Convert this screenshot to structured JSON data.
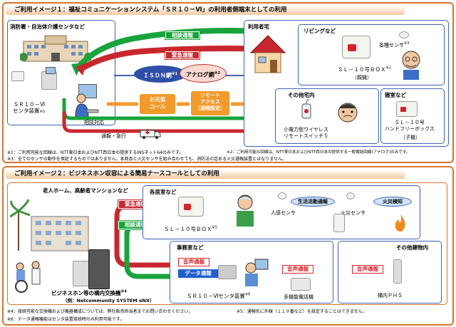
{
  "section1": {
    "title": "ご利用イメージ１：福祉コミュニケーションシステム「ＳＲ１０－Ⅵ」の利用者側端末としての利用",
    "center": {
      "title": "消防署・自治体介護センタなど",
      "device_label": "ＳＲ１０－Ⅵ\nセンタ装置",
      "device_note": "※1"
    },
    "arrows": {
      "consult": "相談通報",
      "emergency": "緊急通報",
      "respond": "相談対応",
      "dispatch": "通報・急行"
    },
    "networks": {
      "isdn": "ＩＳＤＮ網",
      "analog": "アナログ網",
      "isdn_note": "※1",
      "analog_note": "※2"
    },
    "services": {
      "ogenki": "お元気\nコール",
      "remote": "リモート\nアクセス\n（遠隔設定）"
    },
    "home": {
      "title": "利用者宅",
      "living": {
        "title": "リビングなど",
        "sensor": "各種センサ",
        "sensor_note": "※3",
        "box": "ＳＬ－１０号ＢＯＸ",
        "box_note": "※2",
        "box_sub": "（親機）"
      },
      "bedroom": {
        "title": "寝室など",
        "device": "ＳＬ－１０号\nハンドフリーボックス",
        "device_sub": "（子機）"
      },
      "other": {
        "title": "その他宅内",
        "device": "小電力型ワイヤレス\nリモートスイッチ５"
      }
    },
    "notes": {
      "n1": "※1：ご利用可能な回線は、NTT東日本およびNTT西日本の提供するINSネット64のみです。",
      "n2": "※2：ご利用可能な回線は、NTT東日本およびNTT西日本の提供する一般電話回線(アナログ)のみです。",
      "n3": "※3：全てのセンサの動作を保証するものではありません。本商品と火災センサを組み合わせても、消防法の定める火災通報装置とはなりません。"
    }
  },
  "section2": {
    "title": "ご利用イメージ２：ビジネスホン収容による簡易ナースコールとしての利用",
    "facility": "老人ホーム、高齢者マンションなど",
    "pbx": {
      "label": "ビジネスホン等の構内交換機",
      "note": "※4",
      "model": "（例：Netcommunity SYSTEM αNX）"
    },
    "arrows": {
      "emergency": "緊急通報",
      "consult": "相談通報"
    },
    "room": {
      "title": "各居室など",
      "sensor_living": "生活活動通報",
      "sensor_fire": "火災検知",
      "human_sensor": "人感センサ",
      "fire_sensor": "火災センサ",
      "box": "ＳＬ－１０号ＢＯＸ",
      "box_note": "※5"
    },
    "office": {
      "title": "事務室など",
      "voice": "音声通報",
      "data": "データ通報",
      "center_label": "ＳＲ１０－Ⅵセンタ装置",
      "center_note": "※6",
      "voice2": "音声通報",
      "phone_label": "多機能電話機"
    },
    "other": {
      "title": "その他建物内",
      "voice": "音声通報",
      "phs": "構内ＰＨＳ"
    },
    "notes": {
      "n4": "※4：接続可能な交換機および機器構成については、弊社販売担当者までお問い合わせください。",
      "n5": "※5：通報先に外線（１１９番など）を設定することはできません。",
      "n6": "※6：データ通報機能はセンタ装置接続時のみ利用可能です。"
    }
  },
  "colors": {
    "orange": "#d9762b",
    "blue": "#3a64b5",
    "red": "#c8282d",
    "green": "#19a43b"
  }
}
